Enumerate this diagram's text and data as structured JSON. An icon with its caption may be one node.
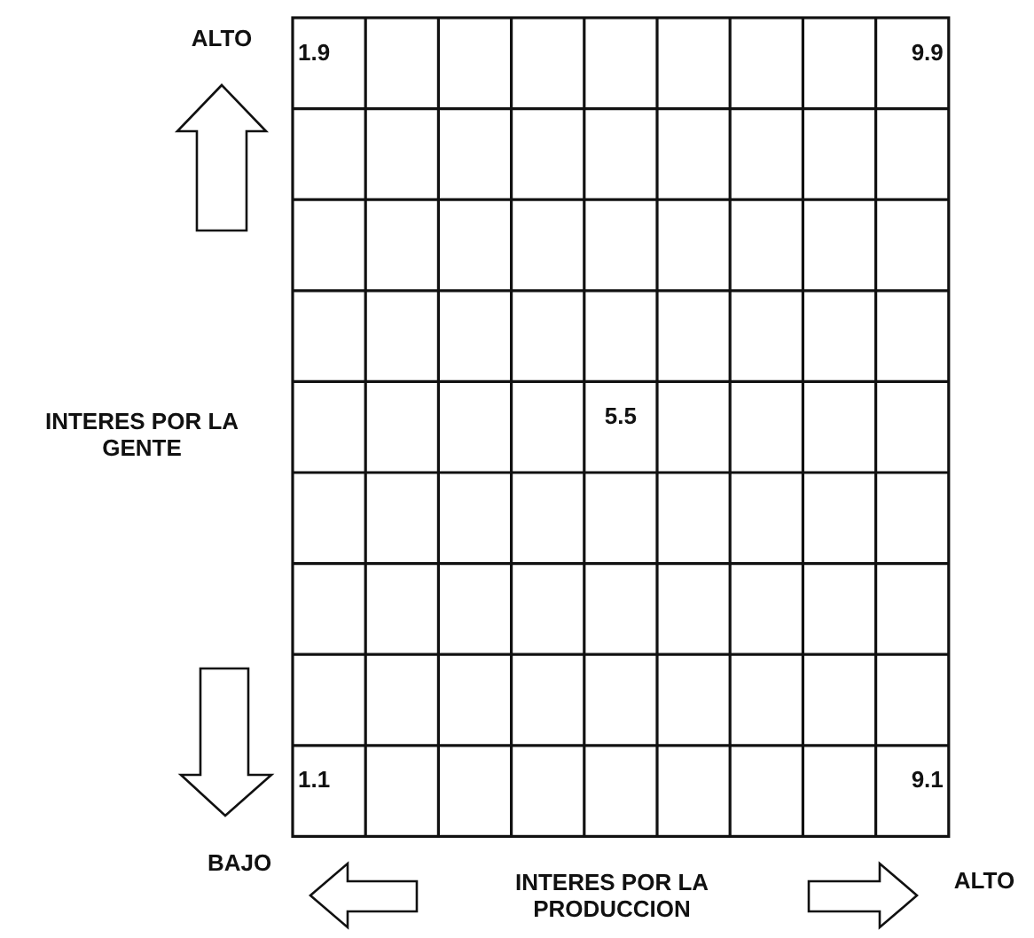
{
  "diagram": {
    "labels": [
      "ALTO",
      "1.9",
      "9.9",
      "INTERES POR LA GENTE",
      "5.5",
      "1.1",
      "9.1",
      "BAJO",
      "INTERES POR LA PRODUCCION",
      "ALTO"
    ]
  }
}
